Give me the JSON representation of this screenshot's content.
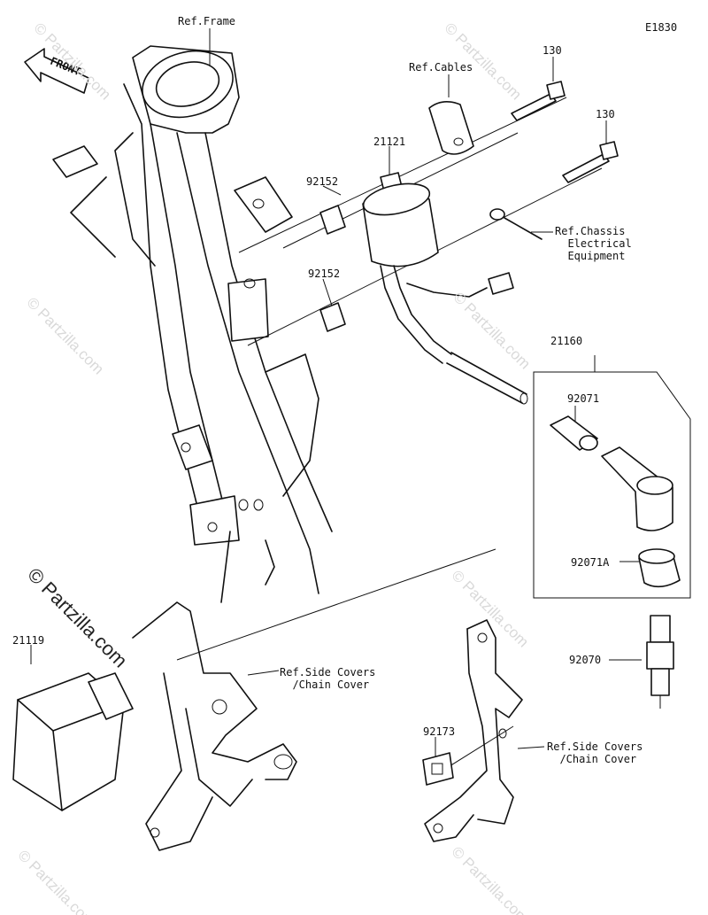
{
  "diagram_code": "E1830",
  "front_label": "FRONT",
  "labels": {
    "ref_frame": "Ref.Frame",
    "ref_cables": "Ref.Cables",
    "p130a": "130",
    "p130b": "130",
    "p21121": "21121",
    "p92152a": "92152",
    "p92152b": "92152",
    "ref_chassis": "Ref.Chassis\n  Electrical\n  Equipment",
    "p21160": "21160",
    "p92071": "92071",
    "p92071a": "92071A",
    "p92070": "92070",
    "p21119": "21119",
    "ref_side_covers_1": "Ref.Side Covers\n  /Chain Cover",
    "p92173": "92173",
    "ref_side_covers_2": "Ref.Side Covers\n  /Chain Cover"
  },
  "watermark": "© Partzilla.com",
  "main_watermark": "© Partzilla.com"
}
